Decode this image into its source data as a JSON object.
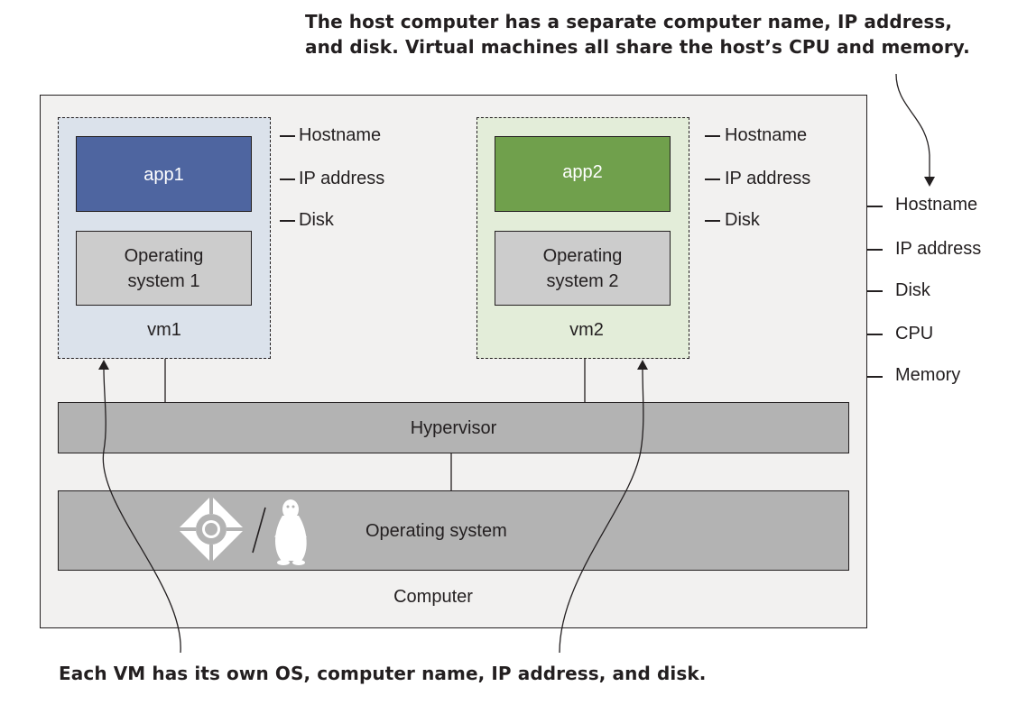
{
  "callouts": {
    "top_line1": "The host computer has a separate computer name, IP address,",
    "top_line2": "and disk. Virtual machines all share the host’s CPU and memory.",
    "bottom": "Each VM has its own OS, computer name, IP address, and disk."
  },
  "vm1": {
    "app": "app1",
    "os_line1": "Operating",
    "os_line2": "system 1",
    "label": "vm1",
    "attrs": [
      "Hostname",
      "IP address",
      "Disk"
    ]
  },
  "vm2": {
    "app": "app2",
    "os_line1": "Operating",
    "os_line2": "system 2",
    "label": "vm2",
    "attrs": [
      "Hostname",
      "IP address",
      "Disk"
    ]
  },
  "host": {
    "hypervisor": "Hypervisor",
    "os": "Operating system",
    "computer": "Computer",
    "attrs": [
      "Hostname",
      "IP address",
      "Disk",
      "CPU",
      "Memory"
    ]
  },
  "colors": {
    "app1": "#4e65a0",
    "app2": "#70a04c",
    "vm1_bg": "#dbe2eb",
    "vm2_bg": "#e3edd9",
    "computer_bg": "#f2f1f0",
    "bar": "#b3b3b3",
    "os_box": "#cccccc"
  },
  "icons": [
    "windows-diamond-logo-icon",
    "linux-penguin-icon"
  ]
}
